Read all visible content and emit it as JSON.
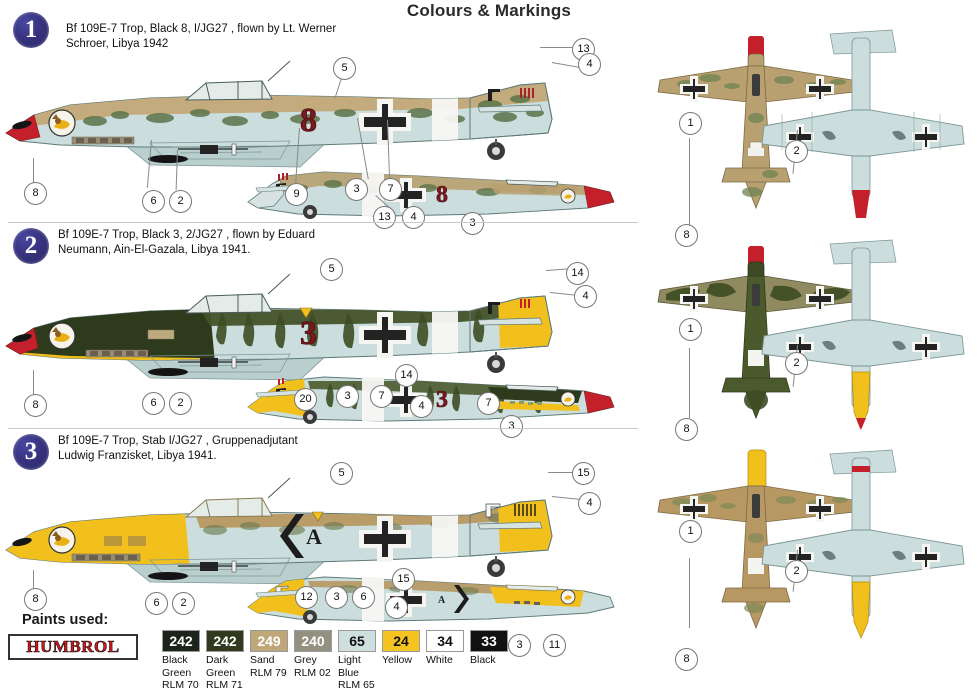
{
  "title": "Colours & Markings",
  "options": [
    {
      "badge": "1",
      "caption": "Bf 109E-7 Trop, Black 8, I/JG27 , flown by Lt. Werner Schroer, Libya 1942",
      "caption_line1": "Bf 109E-7 Trop, Black 8, I/JG27 , flown by Lt. Werner",
      "caption_line2": "Schroer, Libya 1942",
      "aircraft_code": "8",
      "code_color": "#7d1720",
      "scheme": "Sand RLM 79 over Light Blue RLM 65 with Dark Green RLM 71 mottle",
      "callouts": [
        "8",
        "6",
        "2",
        "9",
        "3",
        "7",
        "5",
        "13",
        "4",
        "13",
        "4",
        "3",
        "8"
      ],
      "plan_callouts": [
        "1",
        "2"
      ]
    },
    {
      "badge": "2",
      "caption": "Bf 109E-7 Trop, Black 3, 2/JG27 , flown by  Eduard Neumann, Ain-El-Gazala, Libya 1941.",
      "caption_line1": "Bf 109E-7 Trop, Black 3, 2/JG27 , flown by  Eduard",
      "caption_line2": "Neumann, Ain-El-Gazala, Libya 1941.",
      "aircraft_code": "3",
      "code_color": "#7d1720",
      "scheme": "Black Green RLM 70 / Dark Green RLM 71 over Light Blue RLM 65, Yellow rudder and nose band",
      "callouts": [
        "8",
        "6",
        "2",
        "20",
        "3",
        "7",
        "5",
        "14",
        "4",
        "14",
        "4",
        "7",
        "3",
        "8"
      ],
      "plan_callouts": [
        "1",
        "2"
      ]
    },
    {
      "badge": "3",
      "caption": "Bf 109E-7 Trop, Stab I/JG27 , Gruppenadjutant Ludwig Franzisket, Libya 1941.",
      "caption_line1": "Bf 109E-7 Trop, Stab I/JG27 , Gruppenadjutant",
      "caption_line2": "Ludwig Franzisket, Libya 1941.",
      "aircraft_code": "A",
      "code_color": "#151515",
      "scheme": "Sand RLM 79 over Light Blue RLM 65, Yellow cowling and rudder, Stab chevron",
      "callouts": [
        "8",
        "6",
        "2",
        "12",
        "3",
        "6",
        "5",
        "15",
        "4",
        "15",
        "4",
        "3",
        "11",
        "8"
      ],
      "plan_callouts": [
        "1",
        "2"
      ]
    }
  ],
  "paints": {
    "label": "Paints used:",
    "brand": "HUMBROL",
    "swatches": [
      {
        "code": "242",
        "name": "Black Green RLM 70",
        "name_lines": [
          "Black",
          "Green",
          "RLM 70"
        ],
        "hex": "#1d2419",
        "text_hex": "#ffffff"
      },
      {
        "code": "242",
        "name": "Dark Green RLM 71",
        "name_lines": [
          "Dark",
          "Green",
          "RLM 71"
        ],
        "hex": "#31391f",
        "text_hex": "#ffffff"
      },
      {
        "code": "249",
        "name": "Sand RLM 79",
        "name_lines": [
          "Sand",
          "RLM 79"
        ],
        "hex": "#bfa779",
        "text_hex": "#ffffff"
      },
      {
        "code": "240",
        "name": "Grey RLM 02",
        "name_lines": [
          "Grey",
          "RLM 02"
        ],
        "hex": "#93907f",
        "text_hex": "#ffffff"
      },
      {
        "code": "65",
        "name": "Light Blue RLM 65",
        "name_lines": [
          "Light",
          "Blue",
          "RLM 65"
        ],
        "hex": "#cfdfdd",
        "text_hex": "#111111"
      },
      {
        "code": "24",
        "name": "Yellow",
        "name_lines": [
          "Yellow"
        ],
        "hex": "#f5c421",
        "text_hex": "#111111"
      },
      {
        "code": "34",
        "name": "White",
        "name_lines": [
          "White"
        ],
        "hex": "#ffffff",
        "text_hex": "#111111"
      },
      {
        "code": "33",
        "name": "Black",
        "name_lines": [
          "Black"
        ],
        "hex": "#111111",
        "text_hex": "#ffffff"
      }
    ]
  }
}
